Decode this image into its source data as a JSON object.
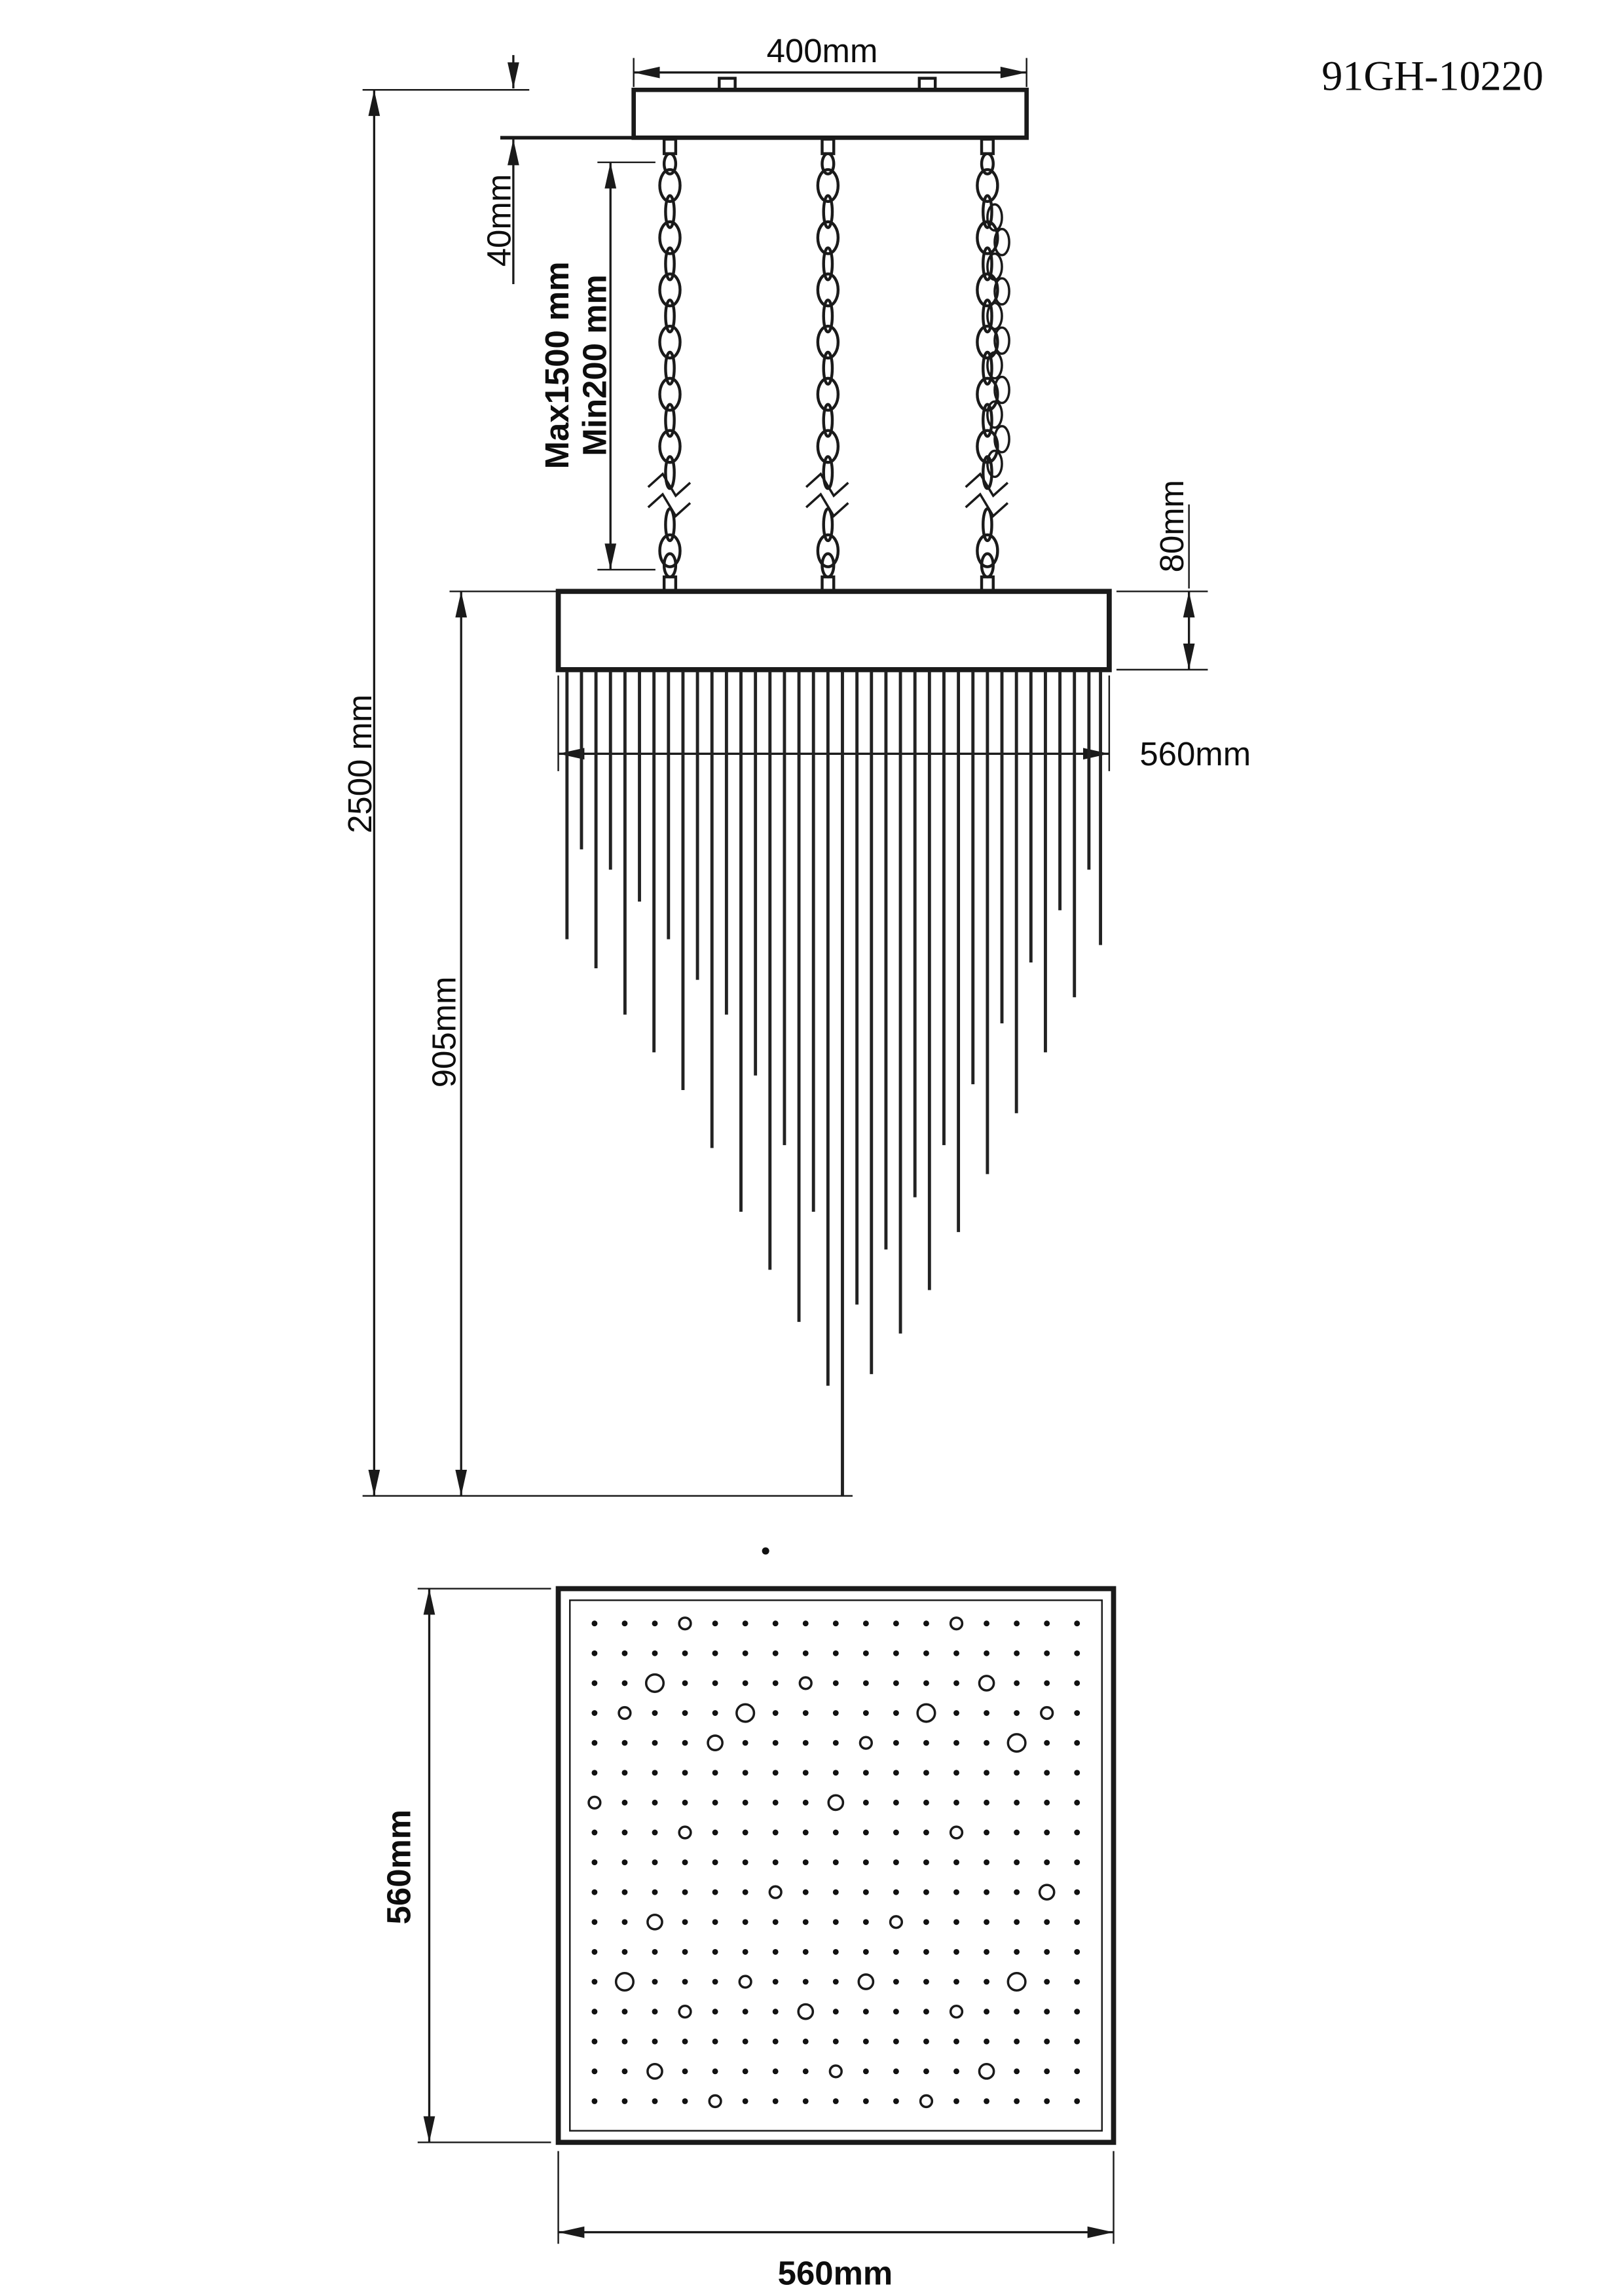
{
  "drawing": {
    "model_number": "91GH-10220",
    "dimensions": {
      "canopy_width": "400mm",
      "canopy_height": "40mm",
      "chain_length_max": "Max1500 mm",
      "chain_length_min": "Min200 mm",
      "body_height": "80mm",
      "body_width": "560mm",
      "overall_height": "2500 mm",
      "rod_cascade_height": "905mm",
      "plan_side_vertical": "560mm",
      "plan_side_horizontal": "560mm"
    }
  }
}
